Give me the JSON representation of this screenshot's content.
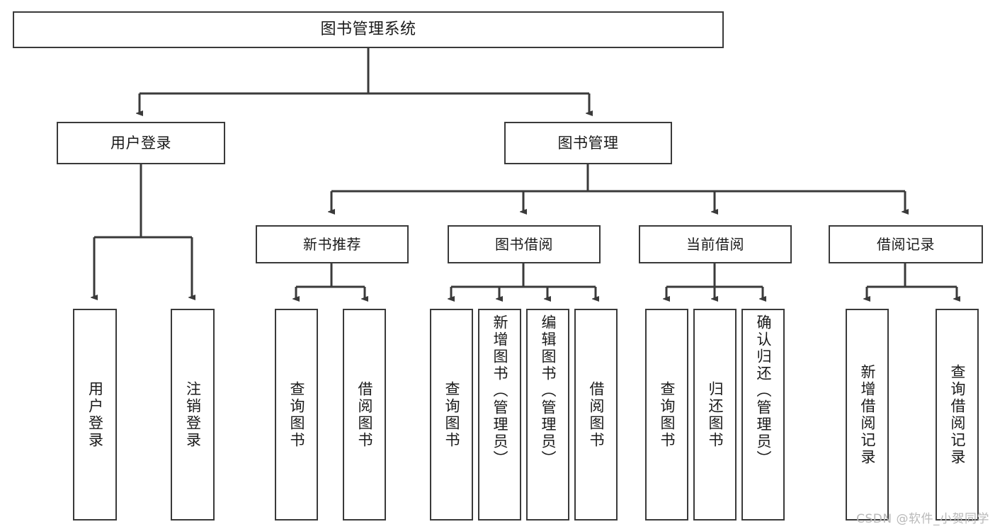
{
  "diagram": {
    "type": "tree-hierarchy",
    "title": "图书管理系统",
    "root": {
      "id": "root",
      "label": "图书管理系统"
    },
    "level2": [
      {
        "id": "user-login",
        "label": "用户登录"
      },
      {
        "id": "book-management",
        "label": "图书管理"
      }
    ],
    "level3": [
      {
        "id": "new-book-recommend",
        "label": "新书推荐",
        "parent": "book-management"
      },
      {
        "id": "book-borrow",
        "label": "图书借阅",
        "parent": "book-management"
      },
      {
        "id": "current-borrow",
        "label": "当前借阅",
        "parent": "book-management"
      },
      {
        "id": "borrow-record",
        "label": "借阅记录",
        "parent": "book-management"
      }
    ],
    "leaves": [
      {
        "id": "leaf-user-login",
        "label": "用户登录",
        "parent": "user-login"
      },
      {
        "id": "leaf-logout",
        "label": "注销登录",
        "parent": "user-login"
      },
      {
        "id": "leaf-query-book-1",
        "label": "查询图书",
        "parent": "new-book-recommend"
      },
      {
        "id": "leaf-borrow-book-1",
        "label": "借阅图书",
        "parent": "new-book-recommend"
      },
      {
        "id": "leaf-query-book-2",
        "label": "查询图书",
        "parent": "book-borrow"
      },
      {
        "id": "leaf-add-book",
        "label": "新增图书（管理员）",
        "parent": "book-borrow"
      },
      {
        "id": "leaf-edit-book",
        "label": "编辑图书（管理员）",
        "parent": "book-borrow"
      },
      {
        "id": "leaf-borrow-book-2",
        "label": "借阅图书",
        "parent": "book-borrow"
      },
      {
        "id": "leaf-query-book-3",
        "label": "查询图书",
        "parent": "current-borrow"
      },
      {
        "id": "leaf-return-book",
        "label": "归还图书",
        "parent": "current-borrow"
      },
      {
        "id": "leaf-confirm-return",
        "label": "确认归还（管理员）",
        "parent": "current-borrow"
      },
      {
        "id": "leaf-add-record",
        "label": "新增借阅记录",
        "parent": "borrow-record"
      },
      {
        "id": "leaf-query-record",
        "label": "查询借阅记录",
        "parent": "borrow-record"
      }
    ],
    "colors": {
      "stroke": "#3a3a3a",
      "background": "#ffffff",
      "text": "#1a1a1a",
      "watermark": "#b9b9b9"
    }
  },
  "watermark": {
    "text": "CSDN @软件_小贺同学"
  }
}
